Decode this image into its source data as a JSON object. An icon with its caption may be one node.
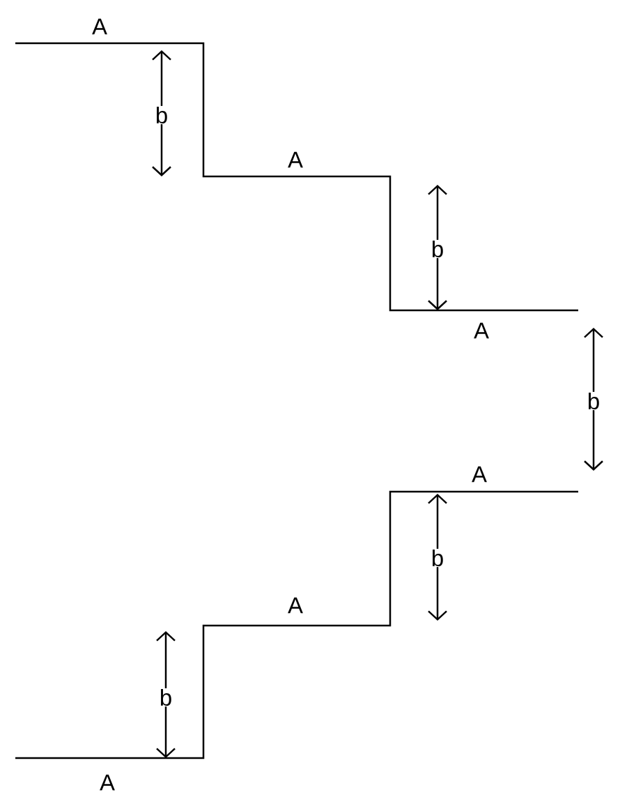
{
  "diagram": {
    "labels": [
      "A",
      "b",
      "A",
      "b",
      "A",
      "b",
      "A",
      "b",
      "A",
      "b",
      "A"
    ]
  }
}
